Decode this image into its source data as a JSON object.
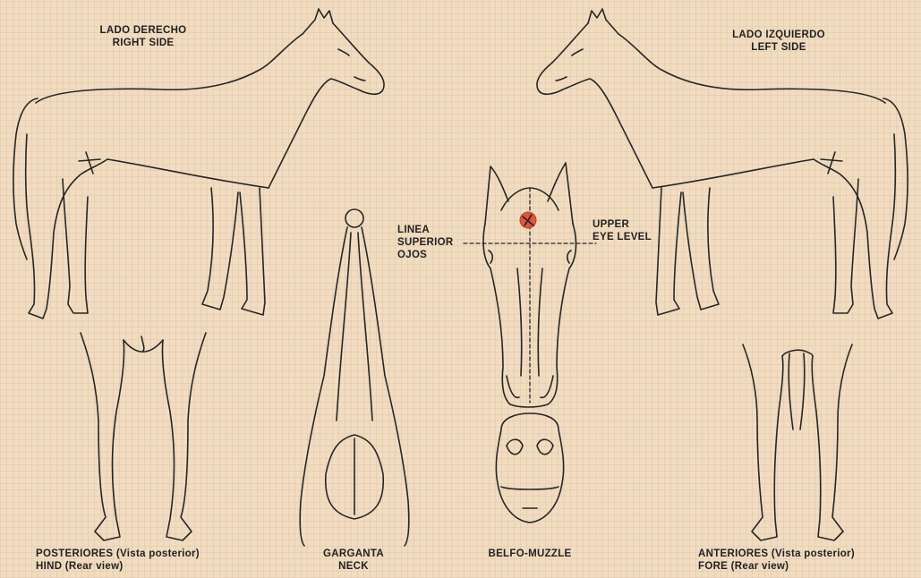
{
  "labels": {
    "right_side_es": "LADO DERECHO",
    "right_side_en": "RIGHT SIDE",
    "left_side_es": "LADO IZQUIERDO",
    "left_side_en": "LEFT SIDE",
    "eye_line_1": "LINEA",
    "eye_line_2": "SUPERIOR",
    "eye_line_3": "OJOS",
    "upper_1": "UPPER",
    "upper_2": "EYE LEVEL",
    "hind_es": "POSTERIORES (Vista posterior)",
    "hind_en": "HIND (Rear view)",
    "neck_es": "GARGANTA",
    "neck_en": "NECK",
    "muzzle": "BELFO-MUZZLE",
    "fore_es": "ANTERIORES (Vista posterior)",
    "fore_en": "FORE (Rear view)"
  },
  "colors": {
    "background": "#f1dcc0",
    "line": "#262626",
    "marking": "#e0472c"
  },
  "marking": "red whorl above upper eye level on forehead"
}
